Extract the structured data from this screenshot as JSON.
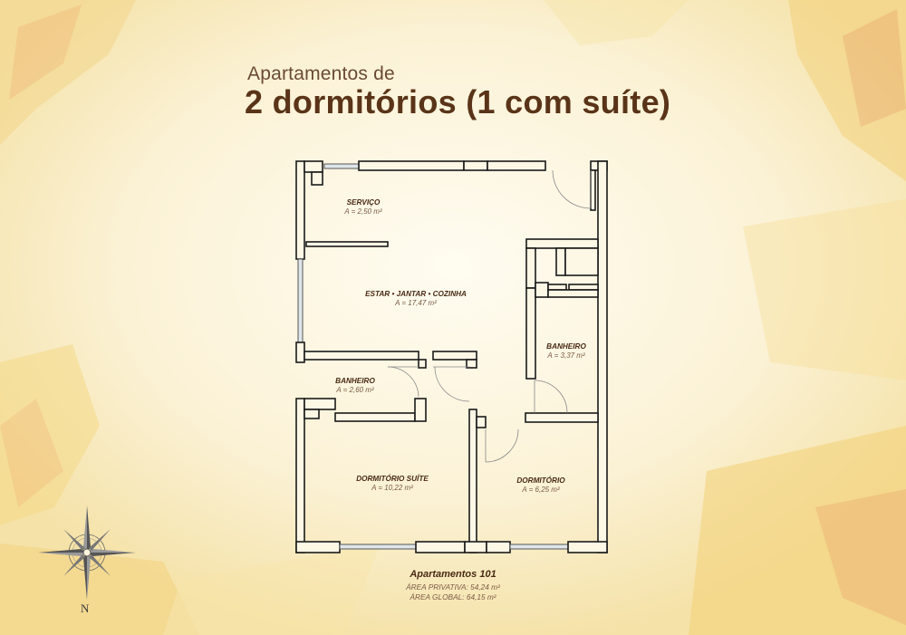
{
  "header": {
    "subtitle": "Apartamentos de",
    "title": "2 dormitórios (1 com suíte)"
  },
  "rooms": [
    {
      "name": "SERVIÇO",
      "area": "A = 2,50 m²"
    },
    {
      "name": "ESTAR • JANTAR • COZINHA",
      "area": "A = 17,47 m²"
    },
    {
      "name": "BANHEIRO",
      "area": "A = 2,60 m²"
    },
    {
      "name": "BANHEIRO",
      "area": "A = 3,37 m²"
    },
    {
      "name": "DORMITÓRIO SUÍTE",
      "area": "A = 10,22 m²"
    },
    {
      "name": "DORMITÓRIO",
      "area": "A = 6,25 m²"
    }
  ],
  "apartment": {
    "name": "Apartamentos 101",
    "private_area": "ÁREA PRIVATIVA: 54,24 m²",
    "global_area": "ÁREA GLOBAL: 64,15 m²"
  },
  "compass": {
    "north_label": "N",
    "icon": "compass-rose-icon"
  },
  "colors": {
    "title": "#5a3418",
    "wall": "#1a1a1a",
    "background": "#fbf3dc",
    "brush_orange": "#e8a050",
    "brush_yellow": "#f3cf6a"
  }
}
